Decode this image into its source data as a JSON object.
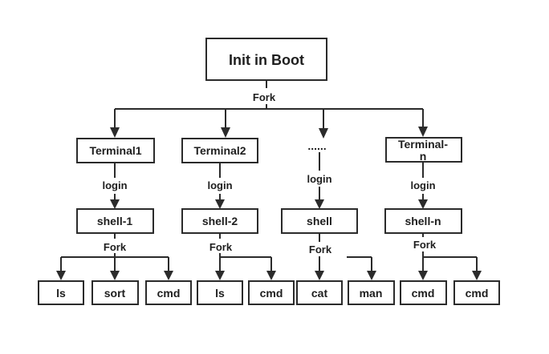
{
  "root": {
    "label": "Init in Boot"
  },
  "root_edge": "Fork",
  "terminals": [
    {
      "label": "Terminal1"
    },
    {
      "label": "Terminal2"
    },
    {
      "label": "......"
    },
    {
      "label_line1": "Terminal-",
      "label_line2": "n"
    }
  ],
  "login_labels": [
    "login",
    "login",
    "login",
    "login"
  ],
  "shells": [
    {
      "label": "shell-1"
    },
    {
      "label": "shell-2"
    },
    {
      "label": "shell"
    },
    {
      "label": "shell-n"
    }
  ],
  "shell_fork_labels": [
    "Fork",
    "Fork",
    "Fork",
    "Fork"
  ],
  "commands": [
    {
      "label": "ls"
    },
    {
      "label": "sort"
    },
    {
      "label": "cmd"
    },
    {
      "label": "ls"
    },
    {
      "label": "cmd"
    },
    {
      "label": "cat"
    },
    {
      "label": "man"
    },
    {
      "label": "cmd"
    },
    {
      "label": "cmd"
    }
  ]
}
